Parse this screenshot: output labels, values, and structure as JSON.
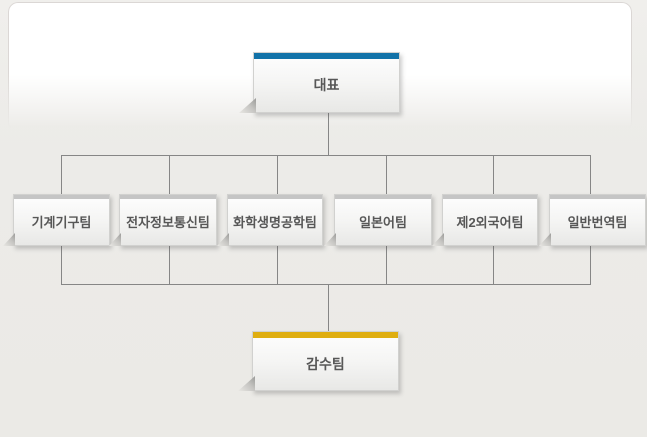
{
  "org_chart": {
    "type": "org-tree",
    "root": {
      "label": "대표",
      "accent_color": "#1272a8"
    },
    "teams": [
      {
        "label": "기계기구팀"
      },
      {
        "label": "전자정보통신팀"
      },
      {
        "label": "화학생명공학팀"
      },
      {
        "label": "일본어팀"
      },
      {
        "label": "제2외국어팀"
      },
      {
        "label": "일반번역팀"
      }
    ],
    "team_accent_color": "#c5c5c5",
    "review": {
      "label": "감수팀",
      "accent_color": "#dfae10"
    }
  },
  "colors": {
    "background": "#ebeae6",
    "panel": "#ffffff",
    "connector_line": "#868686",
    "node_text": "#575757"
  }
}
